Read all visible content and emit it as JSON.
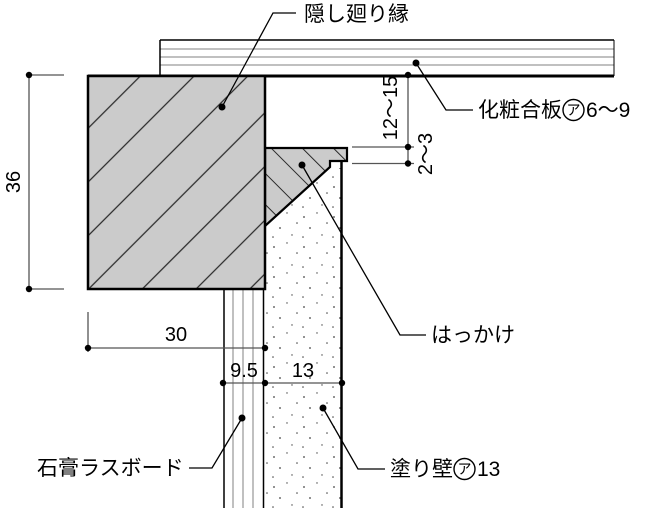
{
  "drawing": {
    "type": "architectural-detail-section",
    "parts": {
      "hidden_molding": {
        "label": "隠し廻り縁"
      },
      "decorative_plywood": {
        "label_pre": "化粧合板",
        "label_circled": "ア",
        "label_post": "6〜9"
      },
      "hakkake": {
        "label": "はっかけ"
      },
      "gypsum_lath_board": {
        "label": "石膏ラスボード"
      },
      "plaster_wall": {
        "label_pre": "塗り壁",
        "label_circled": "ア",
        "label_post": "13"
      }
    },
    "dimensions": {
      "molding_height": "36",
      "plywood_to_hakkake": "12〜15",
      "reveal_gap": "2〜3",
      "molding_width": "30",
      "lath_board_thickness": "9.5",
      "plaster_thickness": "13"
    },
    "colors": {
      "background": "#ffffff",
      "outline": "#000000",
      "wood_fill": "#cbcbcb",
      "dimension_line": "#555555",
      "board_line": "#808080"
    }
  }
}
